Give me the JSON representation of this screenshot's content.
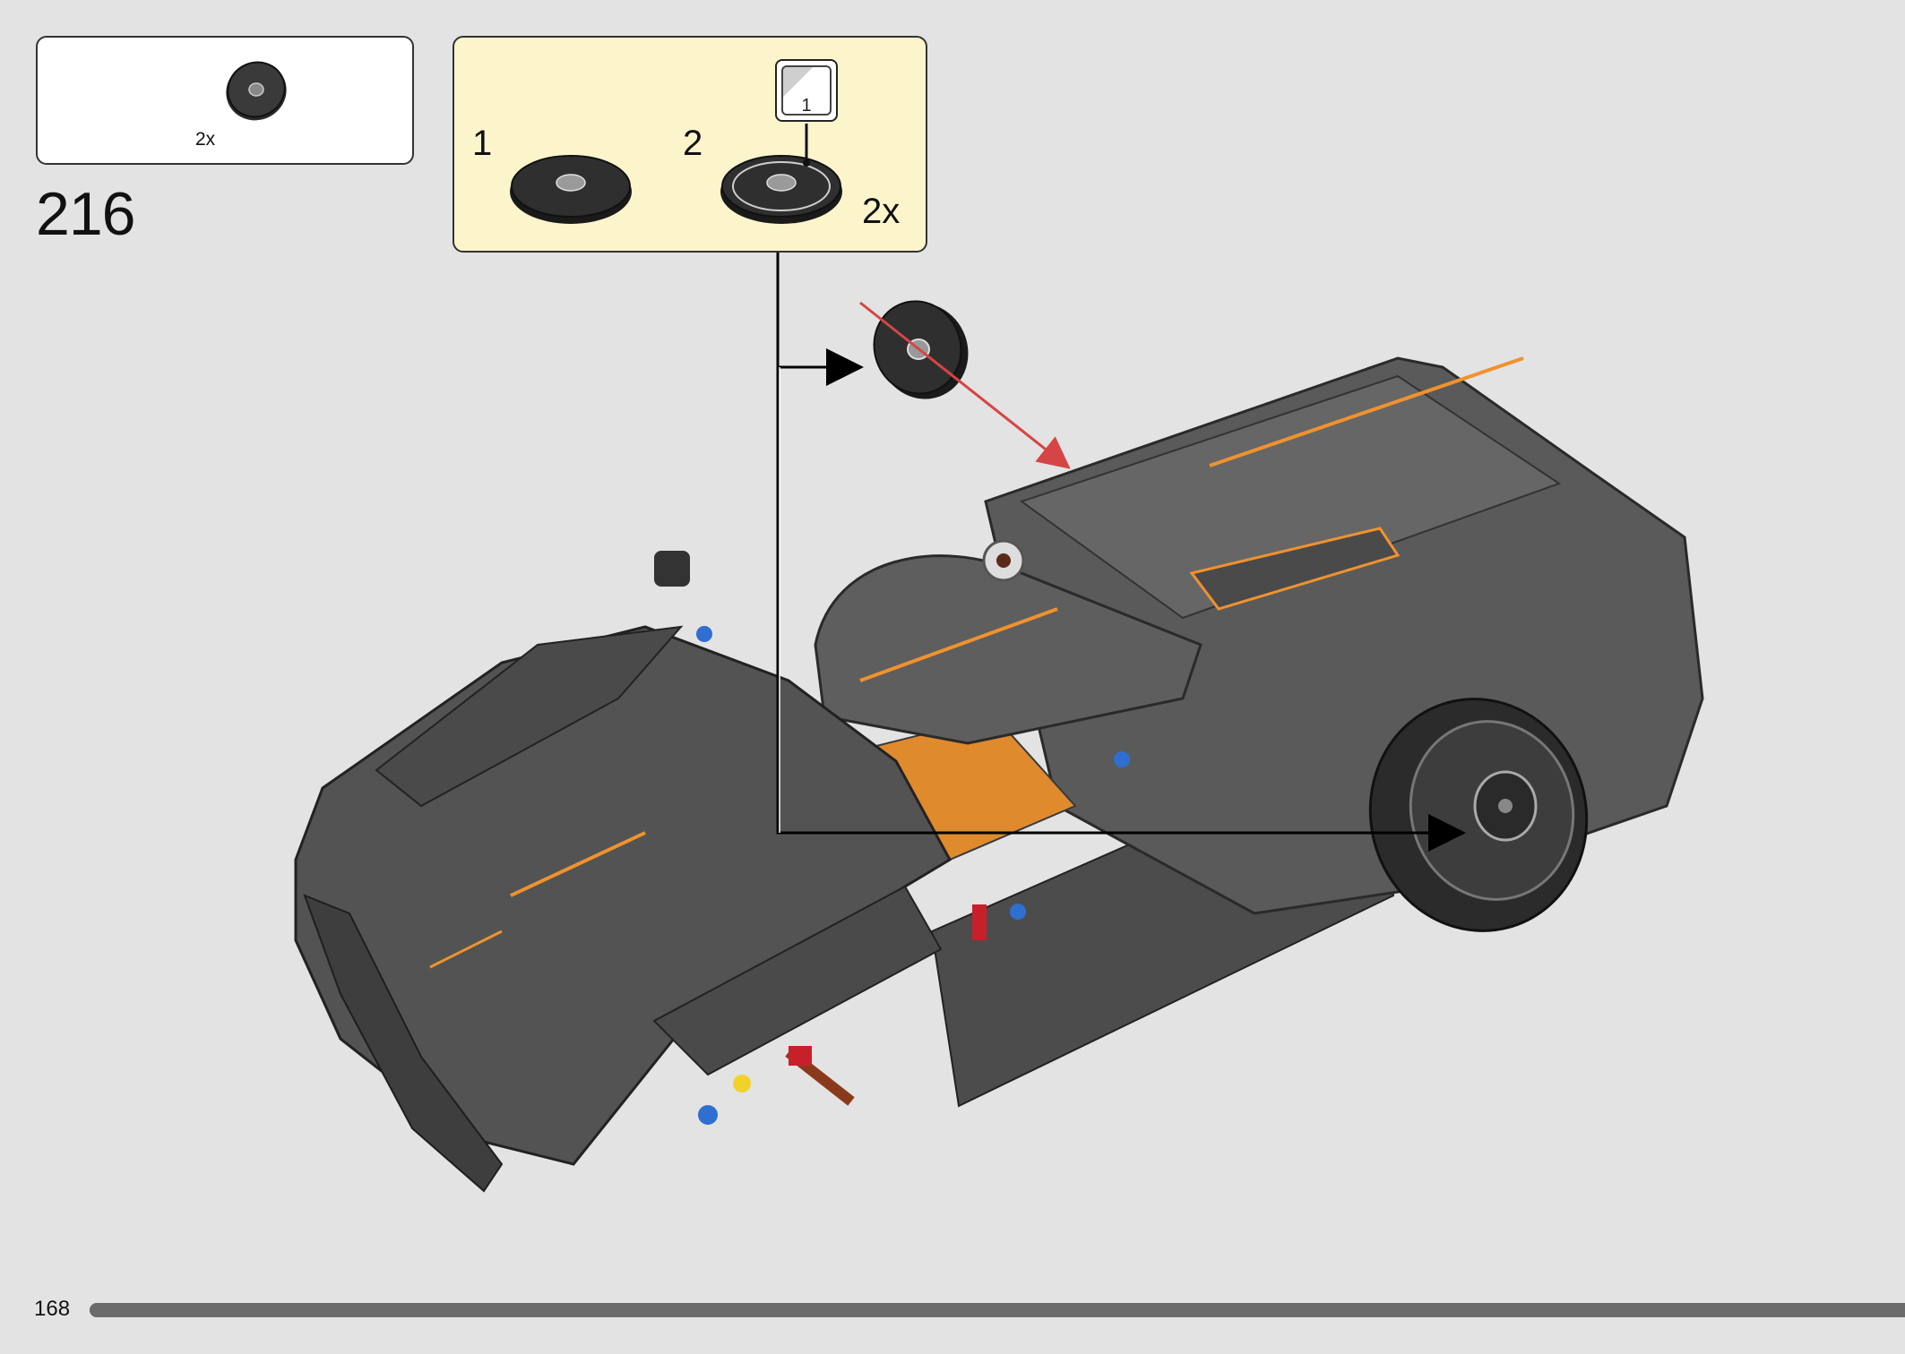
{
  "step": {
    "number": "216",
    "page_number": "168",
    "progress_percent": 100
  },
  "parts_list": {
    "items": [
      {
        "name": "round-tile-black",
        "quantity": "2x"
      }
    ]
  },
  "sub_assembly": {
    "steps": [
      {
        "label": "1"
      },
      {
        "label": "2"
      }
    ],
    "sticker_number": "1",
    "multiplier": "2x"
  },
  "colors": {
    "background": "#e3e3e3",
    "subassembly_background": "#fcf5cc",
    "model_body": "#5a5a5a",
    "accent_orange": "#f0922e",
    "placement_arrow": "#d64545",
    "pin_blue": "#2f6fd0",
    "pin_yellow": "#f2d22a",
    "axle_red": "#c8202a"
  }
}
